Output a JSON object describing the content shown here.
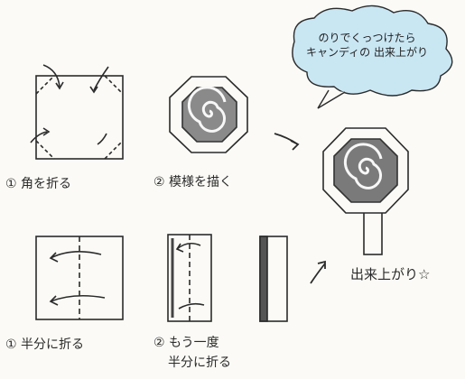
{
  "bubble": {
    "line1": "のりでくっつけたら",
    "line2": "キャンディの 出来上がり"
  },
  "steps": {
    "top1": "① 角を折る",
    "top2": "② 模様を描く",
    "bottom1": "① 半分に折る",
    "bottom2_line1": "② もう一度",
    "bottom2_line2": "半分に折る"
  },
  "finish": "出来上がり☆",
  "colors": {
    "ink": "#2b2b2b",
    "paper": "#fbfaf6",
    "bubble_fill": "#c9e6f3",
    "candy_gray": "#777777",
    "stick_shadow": "#555555"
  }
}
